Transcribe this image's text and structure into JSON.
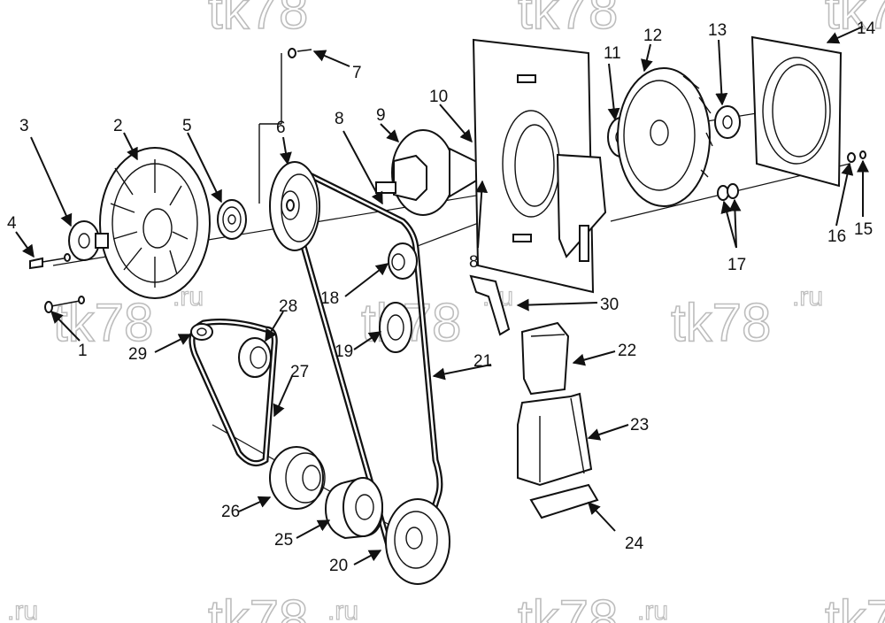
{
  "watermark": {
    "brand": "tk78",
    "suffix": ".ru"
  },
  "callouts": {
    "c1": "1",
    "c2": "2",
    "c3": "3",
    "c4": "4",
    "c5": "5",
    "c6": "6",
    "c7": "7",
    "c8a": "8",
    "c8b": "8",
    "c9": "9",
    "c10": "10",
    "c11": "11",
    "c12": "12",
    "c13": "13",
    "c14": "14",
    "c15": "15",
    "c16": "16",
    "c17": "17",
    "c18": "18",
    "c19": "19",
    "c20": "20",
    "c21": "21",
    "c22": "22",
    "c23": "23",
    "c24": "24",
    "c25": "25",
    "c26": "26",
    "c27": "27",
    "c28": "28",
    "c29": "29",
    "c30": "30"
  }
}
